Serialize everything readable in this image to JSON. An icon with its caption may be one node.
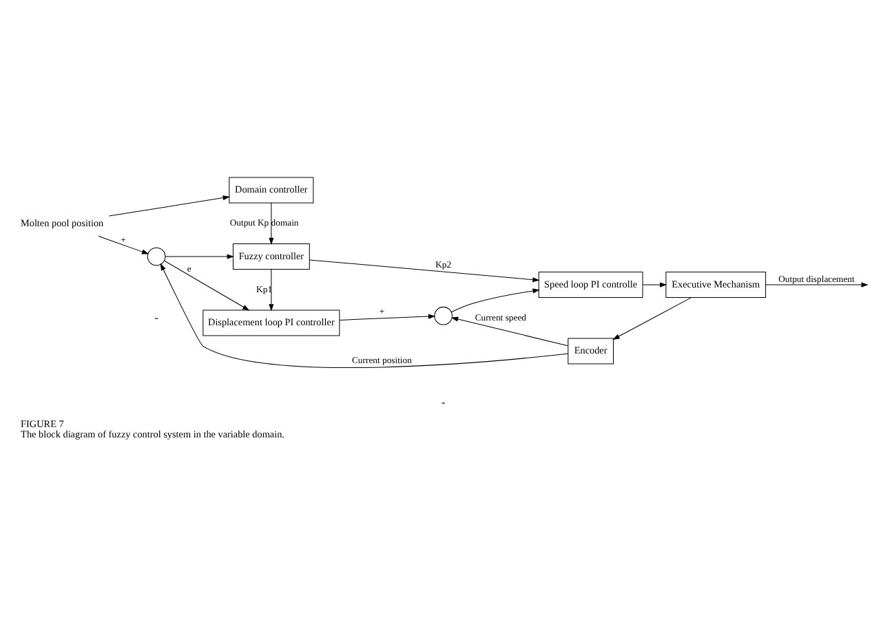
{
  "diagram": {
    "title": "FIGURE 7",
    "caption": "The block diagram of fuzzy control system in the variable domain.",
    "nodes": [
      {
        "text": [
          "Molten pool position"
        ]
      },
      {
        "text": [
          "Domain controller"
        ]
      },
      {
        "text": [
          "Fuzzy controller"
        ]
      },
      {
        "text": [],
        "shape": "circle"
      },
      {
        "text": [
          "Displacement loop PI controller"
        ]
      },
      {
        "text": [],
        "shape": "circle"
      },
      {
        "text": [
          "Speed loop PI controlle"
        ]
      },
      {
        "text": [
          "Executive Mechanism"
        ]
      },
      {
        "text": [
          "Encoder"
        ]
      }
    ],
    "edges": [
      {
        "from": 0,
        "to": 3,
        "arrow": "to",
        "label": "+"
      },
      {
        "from": 0,
        "to": 1,
        "arrow": "to"
      },
      {
        "from": 1,
        "to": 2,
        "arrow": "to",
        "label": "Output Kp domain"
      },
      {
        "from": 3,
        "to": 4,
        "arrow": "to",
        "label": "e"
      },
      {
        "from": 3,
        "to": 2,
        "arrow": "to"
      },
      {
        "from": 2,
        "to": 4,
        "arrow": "to",
        "label": "Kp1"
      },
      {
        "from": 2,
        "to": 6,
        "arrow": "to",
        "label": "Kp2"
      },
      {
        "from": 4,
        "to": 5,
        "arrow": "to",
        "label": "+"
      },
      {
        "from": 5,
        "to": 6,
        "arrow": "to"
      },
      {
        "from": 6,
        "to": 7,
        "arrow": "to"
      },
      {
        "from": 7,
        "to": null,
        "arrow": "to",
        "label": "Output displacement"
      },
      {
        "from": 7,
        "to": 8,
        "arrow": "to"
      },
      {
        "from": 8,
        "to": 5,
        "arrow": "to",
        "label": "Current speed"
      },
      {
        "from": 8,
        "to": 3,
        "arrow": "to",
        "label": "Current position"
      }
    ],
    "labels": [
      "-",
      "-"
    ]
  }
}
